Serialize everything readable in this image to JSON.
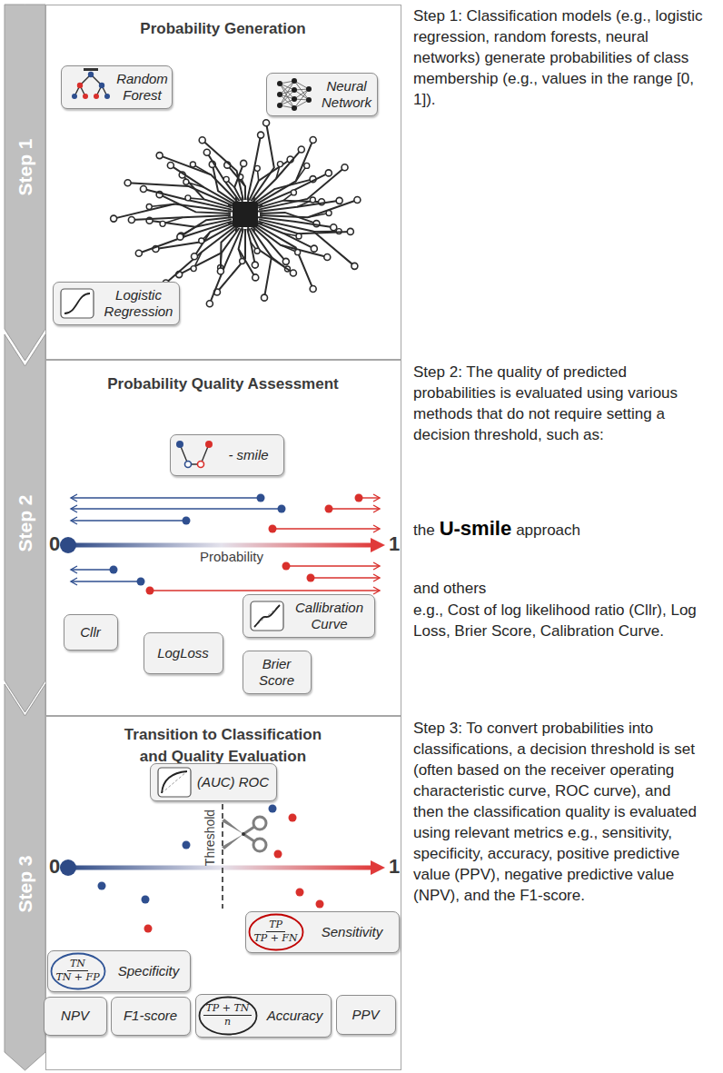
{
  "diagram": {
    "nodes": [
      {
        "text": [
          "Step 1"
        ]
      },
      {
        "text": [
          "Probability Generation"
        ]
      },
      {
        "text": [
          "Random Forest"
        ],
        "in": 1
      },
      {
        "text": [
          "Neural Network"
        ],
        "in": 1
      },
      {
        "text": [
          "Logistic Regression"
        ],
        "in": 1
      },
      {
        "text": [
          "Step 2"
        ]
      },
      {
        "text": [
          "Probability Quality Assessment"
        ]
      },
      {
        "text": [
          "- smile"
        ],
        "in": 6
      },
      {
        "text": [
          "Cllr"
        ],
        "in": 6
      },
      {
        "text": [
          "LogLoss"
        ],
        "in": 6
      },
      {
        "text": [
          "Callibration Curve"
        ],
        "in": 6
      },
      {
        "text": [
          "Brier Score"
        ],
        "in": 6
      },
      {
        "text": [
          "Step 3"
        ]
      },
      {
        "text": [
          "Transition to Classification and Quality Evaluation"
        ]
      },
      {
        "text": [
          "(AUC) ROC"
        ],
        "in": 13
      },
      {
        "text": [
          "Sensitivity"
        ],
        "in": 13
      },
      {
        "text": [
          "TP",
          "TP + FN"
        ],
        "in": 15
      },
      {
        "text": [
          "Specificity"
        ],
        "in": 13
      },
      {
        "text": [
          "TN",
          "TN + FP"
        ],
        "in": 17
      },
      {
        "text": [
          "Accuracy"
        ],
        "in": 13
      },
      {
        "text": [
          "TP + TN",
          "n"
        ],
        "in": 19
      },
      {
        "text": [
          "NPV"
        ],
        "in": 13
      },
      {
        "text": [
          "F1-score"
        ],
        "in": 13
      },
      {
        "text": [
          "PPV"
        ],
        "in": 13
      }
    ],
    "labels": [
      "Step 1: Classification models (e.g., logistic regression, random forests, neural networks) generate probabilities of class membership (e.g., values in the range [0, 1]).",
      "0",
      "Probability",
      "1",
      "Step 2: The quality of predicted probabilities is evaluated using various methods that do not require setting a decision threshold, such as:",
      "the",
      "U-smile",
      "approach",
      "and others",
      "e.g., Cost of log likelihood ratio (Cllr), Log Loss, Brier Score, Calibration Curve.",
      "Threshold",
      "0",
      "1",
      "Step 3: To convert probabilities into classifications, a decision threshold is set (often based on the receiver operating characteristic curve, ROC curve), and then the classification quality is evaluated using relevant metrics e.g., sensitivity, specificity, accuracy, positive predictive value (PPV), negative predictive value (NPV), and the F1-score."
    ]
  }
}
